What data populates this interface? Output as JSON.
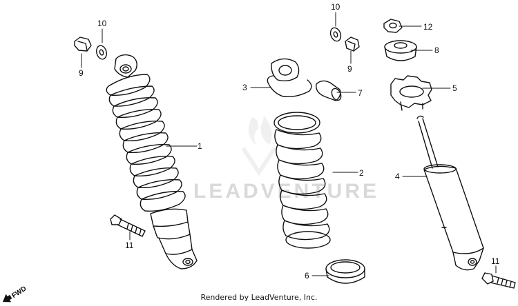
{
  "watermark": "LEADVENTURE",
  "footer": "Rendered by LeadVenture, Inc.",
  "fwd_label": "FWD",
  "callouts": {
    "c1": "1",
    "c2": "2",
    "c3": "3",
    "c4": "4",
    "c5": "5",
    "c6": "6",
    "c7": "7",
    "c8": "8",
    "c9a": "9",
    "c9b": "9",
    "c10a": "10",
    "c10b": "10",
    "c11a": "11",
    "c11b": "11",
    "c12": "12"
  }
}
